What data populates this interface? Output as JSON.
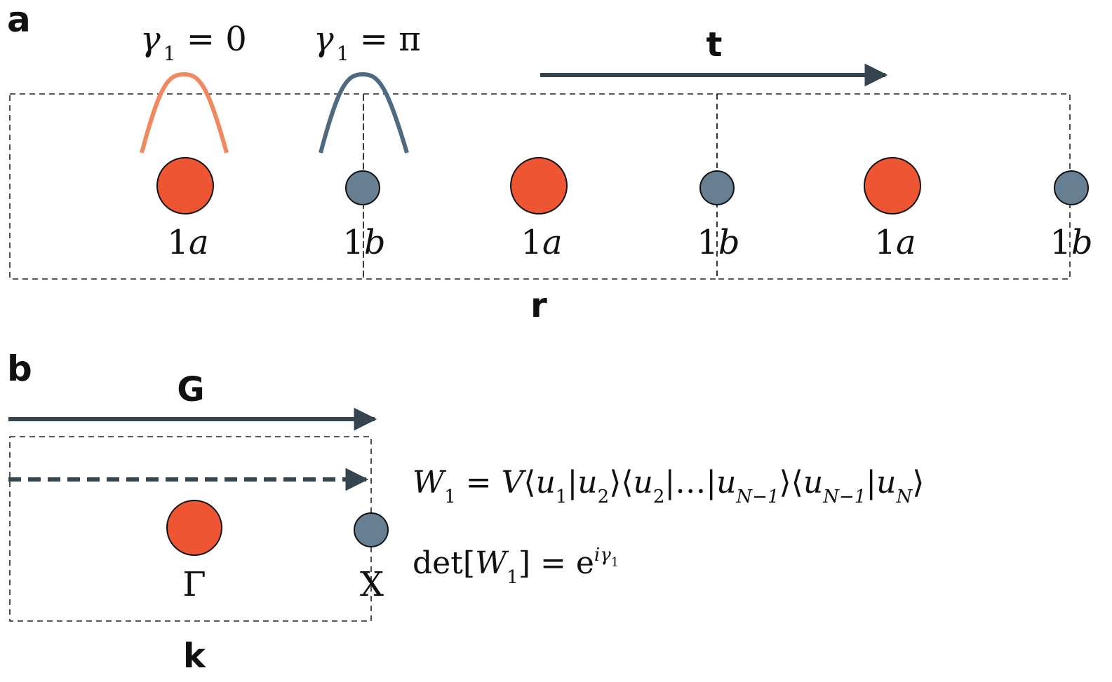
{
  "panel_a": {
    "letter": "a",
    "translation_label": "t",
    "real_space_label": "r",
    "phase_left": {
      "symbol": "γ",
      "subscript": "1",
      "rest": " = 0"
    },
    "phase_right": {
      "symbol": "γ",
      "subscript": "1",
      "rest": " = π"
    },
    "site_number": "1",
    "site_a_letter": "a",
    "site_b_letter": "b",
    "sites": [
      {
        "type": "1a",
        "color": "#ee5533"
      },
      {
        "type": "1b",
        "color": "#667f93"
      },
      {
        "type": "1a",
        "color": "#ee5533"
      },
      {
        "type": "1b",
        "color": "#667f93"
      },
      {
        "type": "1a",
        "color": "#ee5533"
      },
      {
        "type": "1b",
        "color": "#667f93"
      }
    ]
  },
  "panel_b": {
    "letter": "b",
    "reciprocal_vector_label": "G",
    "momentum_label": "k",
    "gamma_point": "Γ",
    "x_point": "X",
    "wilson_loop": {
      "W": "W",
      "W_sub": "1",
      "eq": " = ",
      "V": "V",
      "u": "u",
      "u1_sub": "1",
      "u2_sub": "2",
      "uN1_sub": "N−1",
      "uN_sub": "N",
      "ellipsis": "…",
      "lang": "⟨",
      "rang": "⟩",
      "bar": "|"
    },
    "determinant": {
      "det": "det[",
      "W": "W",
      "W_sub": "1",
      "close": "] = e",
      "exp_i": "i",
      "exp_gamma": "γ",
      "exp_sub": "1"
    }
  },
  "colors": {
    "orbital_a": "#ee5533",
    "orbital_b": "#667f93",
    "phase_zero_curve": "#f08860",
    "phase_pi_curve": "#4d6a80",
    "arrow": "#34454f"
  }
}
